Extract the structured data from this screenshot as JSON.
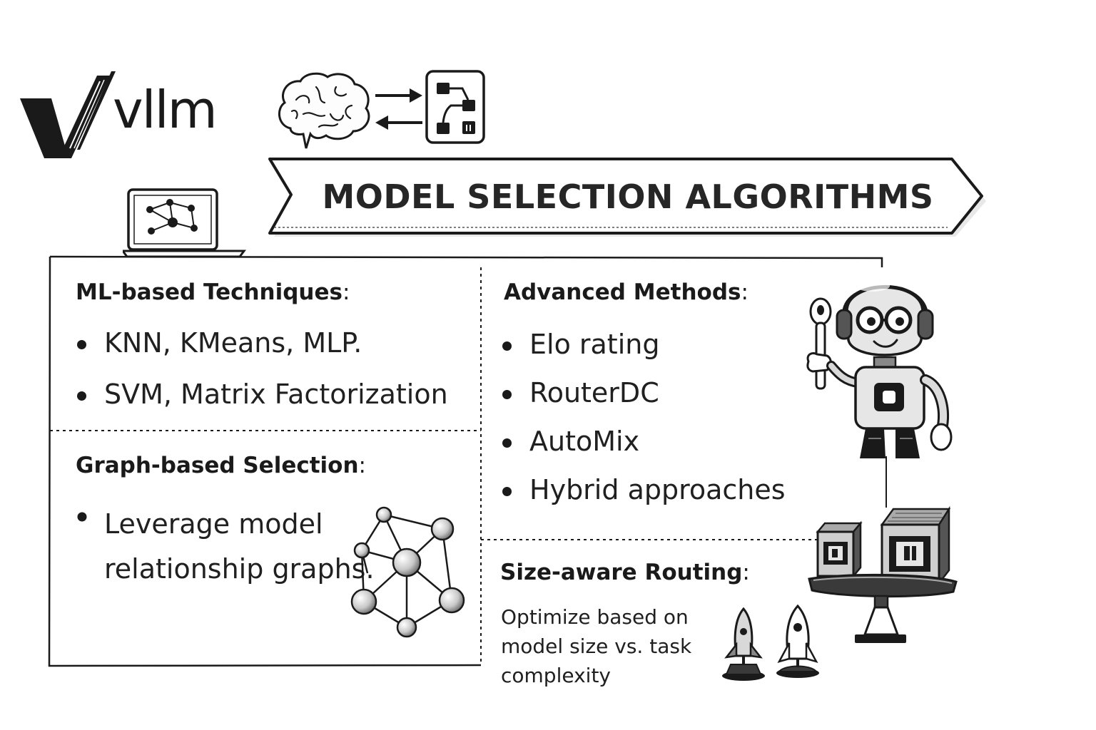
{
  "logo": {
    "text": "vllm"
  },
  "banner": {
    "title": "MODEL SELECTION ALGORITHMS"
  },
  "sections": {
    "ml_based": {
      "heading": "ML-based Techniques",
      "colon": ":",
      "items": [
        "KNN, KMeans, MLP.",
        "SVM, Matrix Factorization"
      ]
    },
    "graph_based": {
      "heading": "Graph-based Selection",
      "colon": ":",
      "line1": "Leverage model",
      "line2": "relationship graphs."
    },
    "advanced": {
      "heading": "Advanced Methods",
      "colon": ":",
      "items": [
        "Elo rating",
        "RouterDC",
        "AutoMix",
        "Hybrid approaches"
      ]
    },
    "size_aware": {
      "heading": "Size-aware Routing",
      "colon": ":",
      "line1": "Optimize based on",
      "line2": "model size vs. task",
      "line3": "complexity"
    }
  },
  "icons": [
    "vllm-logo-icon",
    "brain-icon",
    "flowchart-icon",
    "laptop-network-icon",
    "robot-icon",
    "wrench-icon",
    "network-graph-icon",
    "balance-scale-icon",
    "rocket-icon"
  ]
}
